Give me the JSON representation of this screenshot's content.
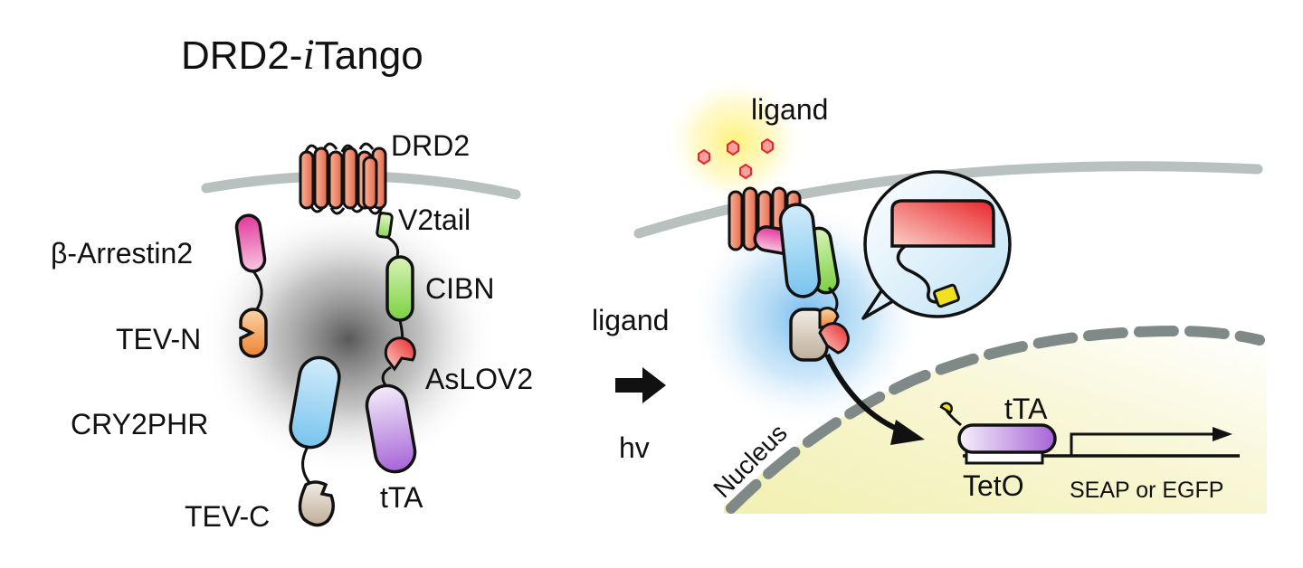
{
  "title": {
    "prefix": "DRD2-",
    "italic": "i",
    "suffix": "Tango"
  },
  "left_panel": {
    "labels": {
      "drd2": "DRD2",
      "v2tail": "V2tail",
      "arrestin": "β-Arrestin2",
      "cibn": "CIBN",
      "tev_n": "TEV-N",
      "aslov2": "AsLOV2",
      "cry2phr": "CRY2PHR",
      "tev_c": "TEV-C",
      "tta": "tTA"
    }
  },
  "middle": {
    "ligand": "ligand",
    "light": "hv"
  },
  "right_panel": {
    "labels": {
      "ligand": "ligand",
      "nucleus": "Nucleus",
      "tta": "tTA",
      "teto": "TetO",
      "reporter": "SEAP or EGFP"
    }
  },
  "colors": {
    "receptor": "#f08a6a",
    "arrestin": "#e85aa8",
    "tev_n": "#f28a3a",
    "cry2phr": "#8fd0f0",
    "tev_c": "#c9b8a6",
    "cibn": "#8fdc5a",
    "aslov2": "#e83a3a",
    "tta": "#b07ad8",
    "membrane": "#b8c0c0",
    "ligand_glow": "#fff080",
    "light_glow": "#8cc8f0",
    "nucleus_fill": "#f6f5c8"
  }
}
